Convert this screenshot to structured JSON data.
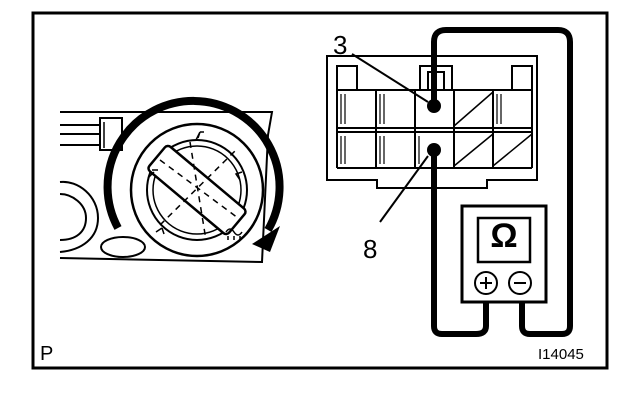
{
  "callouts": {
    "pin_top": "3",
    "pin_bottom": "8"
  },
  "meter": {
    "symbol": "Ω",
    "plus": "+",
    "minus": "−"
  },
  "corner_label": "P",
  "figure_code": "I14045",
  "colors": {
    "ink": "#000000",
    "paper": "#ffffff"
  }
}
